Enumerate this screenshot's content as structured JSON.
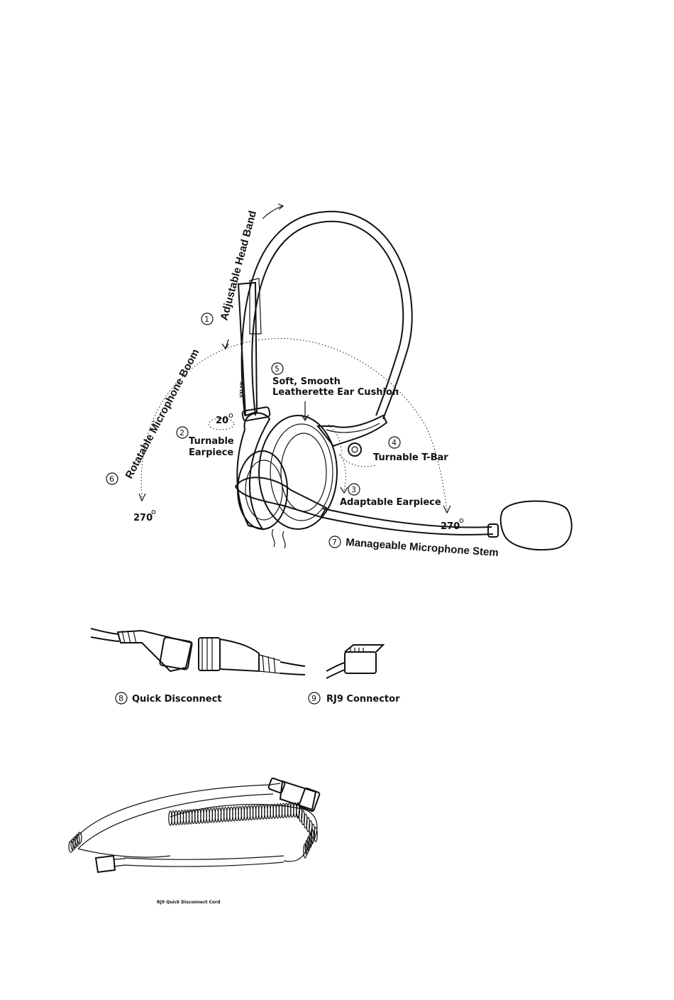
{
  "labels": {
    "headband": {
      "num": "1",
      "text": "Adjustable Head Band"
    },
    "turnable_earpiece": {
      "num": "2",
      "line1": "Turnable",
      "line2": "Earpiece",
      "angle": "20"
    },
    "adaptable_earpiece": {
      "num": "3",
      "text": "Adaptable Earpiece"
    },
    "t_bar": {
      "num": "4",
      "text": "Turnable T-Bar"
    },
    "ear_cushion": {
      "num": "5",
      "line1": "Soft, Smooth",
      "line2": "Leatherette Ear Cushion"
    },
    "mic_boom": {
      "num": "6",
      "text": "Rotatable Microphone Boom",
      "angle_left": "270",
      "angle_right": "270"
    },
    "mic_stem": {
      "num": "7",
      "text": "Manageable Microphone Stem"
    },
    "quick_disconnect": {
      "num": "8",
      "text": "Quick Disconnect"
    },
    "rj9_connector": {
      "num": "9",
      "text": "RJ9 Connector"
    },
    "cord_caption": "RJ9 Quick Disconnect Cord"
  },
  "degree_symbol": "o"
}
